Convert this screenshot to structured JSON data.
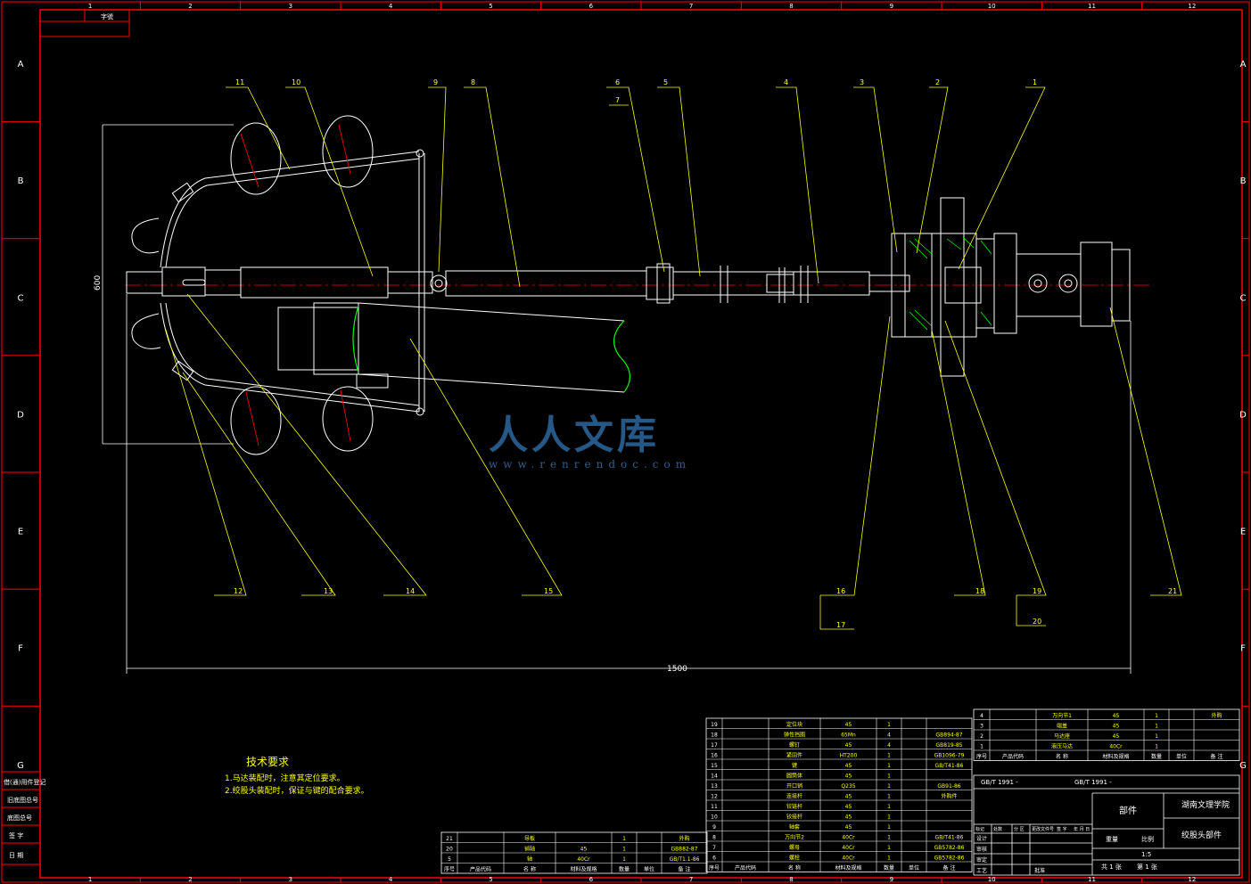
{
  "sheet": {
    "col_numbers": [
      "1",
      "2",
      "3",
      "4",
      "5",
      "6",
      "7",
      "8",
      "9",
      "10",
      "11",
      "12"
    ],
    "row_letters": [
      "A",
      "B",
      "C",
      "D",
      "E",
      "F",
      "G"
    ],
    "corner_label": "字號"
  },
  "balloons": [
    "11",
    "10",
    "9",
    "8",
    "6",
    "7",
    "5",
    "4",
    "3",
    "2",
    "1",
    "12",
    "13",
    "14",
    "15",
    "16",
    "17",
    "18",
    "19",
    "20",
    "21"
  ],
  "dimensions": {
    "length": "1500",
    "height": "600"
  },
  "tech_requirements": {
    "title": "技术要求",
    "lines": [
      "1.马达装配时，注意其定位要求。",
      "2.绞股头装配时，保证与键的配合要求。"
    ]
  },
  "left_sidebar": [
    "借(通)用件登记",
    "旧底图总号",
    "底图总号",
    "签  字",
    "日  期"
  ],
  "bom_main": [
    {
      "no": "19",
      "name": "定位块",
      "mat": "45",
      "qty": "1",
      "std": ""
    },
    {
      "no": "18",
      "name": "弹性挡圈",
      "mat": "65Mn",
      "qty": "4",
      "std": "GB894-87"
    },
    {
      "no": "17",
      "name": "螺钉",
      "mat": "45",
      "qty": "4",
      "std": "GB819-85"
    },
    {
      "no": "16",
      "name": "紧固件",
      "mat": "HT200",
      "qty": "1",
      "std": "GB1096-79"
    },
    {
      "no": "15",
      "name": "键",
      "mat": "45",
      "qty": "1",
      "std": "GB/T41-86"
    },
    {
      "no": "14",
      "name": "圆筒体",
      "mat": "45",
      "qty": "1",
      "std": ""
    },
    {
      "no": "13",
      "name": "开口销",
      "mat": "Q235",
      "qty": "1",
      "std": "GB91-86"
    },
    {
      "no": "12",
      "name": "连接杆",
      "mat": "45",
      "qty": "1",
      "std": "外购件"
    },
    {
      "no": "11",
      "name": "铰链杆",
      "mat": "45",
      "qty": "1",
      "std": ""
    },
    {
      "no": "10",
      "name": "铰接杆",
      "mat": "45",
      "qty": "1",
      "std": ""
    },
    {
      "no": "9",
      "name": "轴套",
      "mat": "45",
      "qty": "1",
      "std": ""
    },
    {
      "no": "8",
      "name": "万向节2",
      "mat": "40Cr",
      "qty": "1",
      "std": "GB/T41-86"
    },
    {
      "no": "7",
      "name": "螺母",
      "mat": "40Cr",
      "qty": "1",
      "std": "GB5782-86"
    },
    {
      "no": "6",
      "name": "螺栓",
      "mat": "40Cr",
      "qty": "1",
      "std": "GB5782-86"
    }
  ],
  "bom_main_header": [
    "序号",
    "产品代码",
    "名  称",
    "材料及规格",
    "数量",
    "单位",
    "备  注"
  ],
  "bom_top": [
    {
      "no": "4",
      "name": "万向节1",
      "mat": "45",
      "qty": "1",
      "std": "外购"
    },
    {
      "no": "3",
      "name": "端盖",
      "mat": "45",
      "qty": "1",
      "std": ""
    },
    {
      "no": "2",
      "name": "马达座",
      "mat": "45",
      "qty": "1",
      "std": ""
    },
    {
      "no": "1",
      "name": "液压马达",
      "mat": "40Cr",
      "qty": "1",
      "std": ""
    }
  ],
  "bom_top_header": [
    "序号",
    "产品代码",
    "名  称",
    "材料及规格",
    "数量",
    "单位",
    "备  注"
  ],
  "bom_small": [
    {
      "no": "21",
      "name": "导板",
      "mat": "",
      "qty": "1",
      "std": "外购"
    },
    {
      "no": "20",
      "name": "销轴",
      "mat": "45",
      "qty": "1",
      "std": "GB882-87"
    },
    {
      "no": "5",
      "name": "轴",
      "mat": "40Cr",
      "qty": "1",
      "std": "GB/T1.1-86"
    }
  ],
  "bom_small_header": [
    "序号",
    "产品代码",
    "名  称",
    "材料及规格",
    "数量",
    "单位",
    "备  注"
  ],
  "title_block": {
    "std1": "GB/T 1991 -",
    "std2": "GB/T 1991 -",
    "kind": "部件",
    "school": "湖南文理学院",
    "part_name": "绞股头部件",
    "scale": "1:5",
    "sheets_total": "共 1 张",
    "sheet_no": "第 1 张",
    "rows": [
      "标记",
      "处数",
      "分 区",
      "更改文件号",
      "签 字",
      "年 月 日"
    ],
    "roles": [
      "设计",
      "审核",
      "审定",
      "工艺",
      "批准"
    ],
    "mass_label": "重量",
    "scale_label": "比例"
  },
  "watermark": {
    "text": "人人文库",
    "url": "www.renrendoc.com"
  }
}
